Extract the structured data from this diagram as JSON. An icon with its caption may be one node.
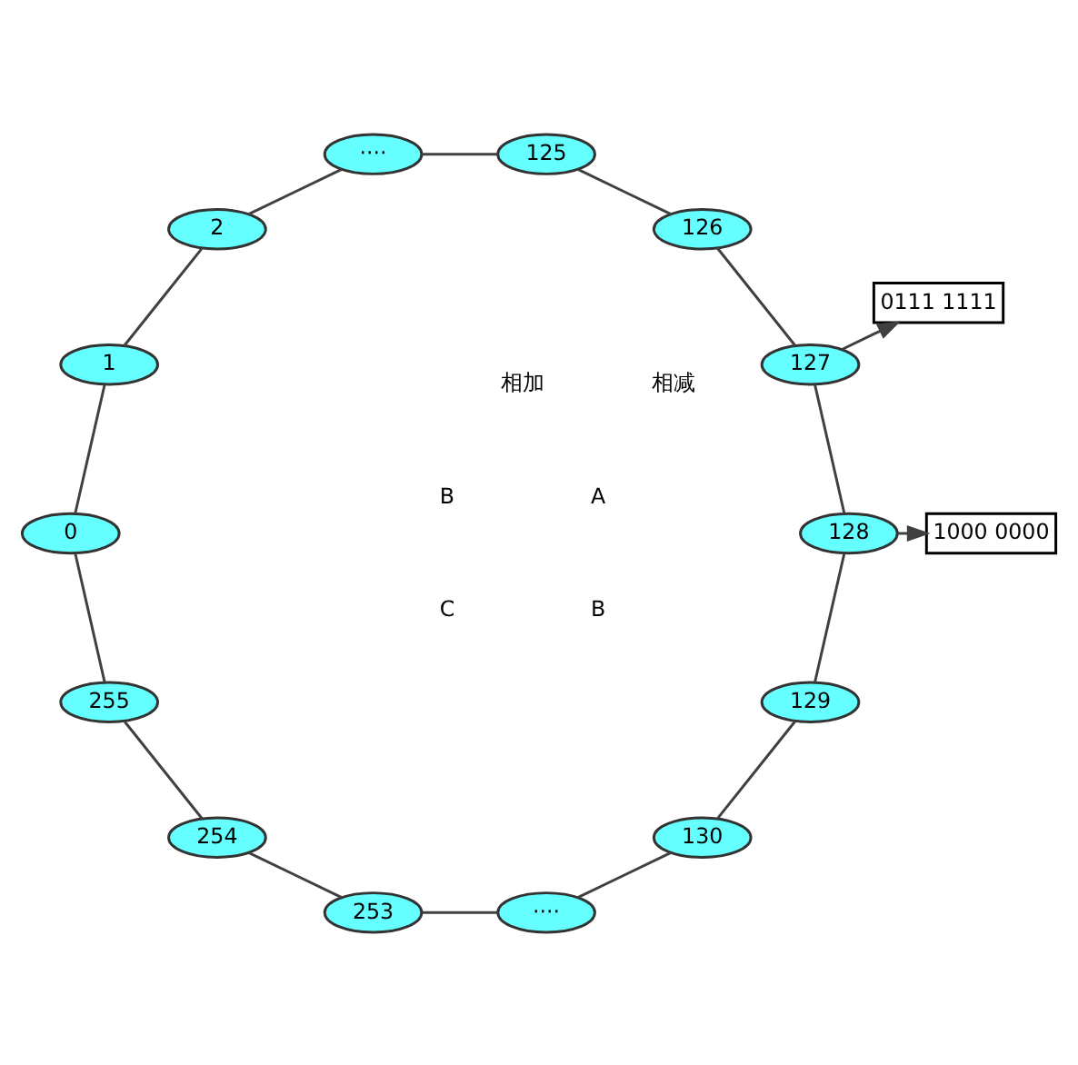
{
  "diagram": {
    "nodes": [
      {
        "text": [
          "253"
        ]
      },
      {
        "text": [
          "254"
        ]
      },
      {
        "text": [
          "255"
        ]
      },
      {
        "text": [
          "0"
        ]
      },
      {
        "text": [
          "1"
        ]
      },
      {
        "text": [
          "2"
        ]
      },
      {
        "text": [
          "····"
        ]
      },
      {
        "text": [
          "····"
        ]
      },
      {
        "text": [
          "130"
        ]
      },
      {
        "text": [
          "129"
        ]
      },
      {
        "text": [
          "128"
        ]
      },
      {
        "text": [
          "127"
        ]
      },
      {
        "text": [
          "126"
        ]
      },
      {
        "text": [
          "125"
        ]
      },
      {
        "text": [
          "1000 0000"
        ]
      },
      {
        "text": [
          "0111 1111"
        ]
      }
    ],
    "edges": [
      {
        "from": 0,
        "to": 1,
        "arrow": "none"
      },
      {
        "from": 1,
        "to": 2,
        "arrow": "none"
      },
      {
        "from": 2,
        "to": 3,
        "arrow": "none"
      },
      {
        "from": 3,
        "to": 4,
        "arrow": "none"
      },
      {
        "from": 4,
        "to": 5,
        "arrow": "none"
      },
      {
        "from": 5,
        "to": 7,
        "arrow": "none"
      },
      {
        "from": 7,
        "to": 13,
        "arrow": "none"
      },
      {
        "from": 13,
        "to": 12,
        "arrow": "none"
      },
      {
        "from": 12,
        "to": 11,
        "arrow": "none"
      },
      {
        "from": 11,
        "to": 10,
        "arrow": "none"
      },
      {
        "from": 10,
        "to": 9,
        "arrow": "none"
      },
      {
        "from": 9,
        "to": 8,
        "arrow": "none"
      },
      {
        "from": 8,
        "to": 6,
        "arrow": "none"
      },
      {
        "from": 6,
        "to": 0,
        "arrow": "none"
      },
      {
        "from": 10,
        "to": 14,
        "arrow": "to"
      },
      {
        "from": 11,
        "to": 15,
        "arrow": "to"
      }
    ],
    "labels": [
      "A",
      "B",
      "相减",
      "相加",
      "B",
      "C"
    ]
  }
}
